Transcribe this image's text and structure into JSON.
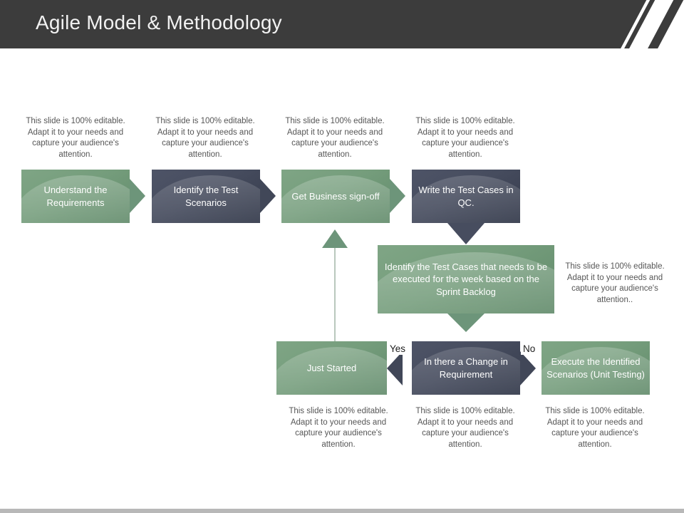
{
  "slide": {
    "title": "Agile Model & Methodology",
    "accent_dark": "#3c3c3c",
    "accent_green": "#6d957a",
    "accent_slate": "#434a5c"
  },
  "captions": {
    "standard": "This slide is 100% editable. Adapt it to your needs and capture your audience's attention.",
    "standard_alt": "This slide is 100% editable. Adapt it to your needs and capture your audience's attention.."
  },
  "flow": {
    "row1": [
      {
        "label": "Understand the Requirements",
        "style": "green"
      },
      {
        "label": "Identify the Test Scenarios",
        "style": "dark"
      },
      {
        "label": "Get Business sign-off",
        "style": "green"
      },
      {
        "label": "Write the Test Cases in QC.",
        "style": "dark"
      }
    ],
    "middle": {
      "label": "Identify the Test Cases that needs to be executed for the week based on the Sprint Backlog",
      "style": "green"
    },
    "row2": [
      {
        "label": "Just Started",
        "style": "green"
      },
      {
        "label": "In there a Change in Requirement",
        "style": "dark"
      },
      {
        "label": "Execute the Identified Scenarios (Unit Testing)",
        "style": "green"
      }
    ],
    "branch_yes": "Yes",
    "branch_no": "No"
  }
}
